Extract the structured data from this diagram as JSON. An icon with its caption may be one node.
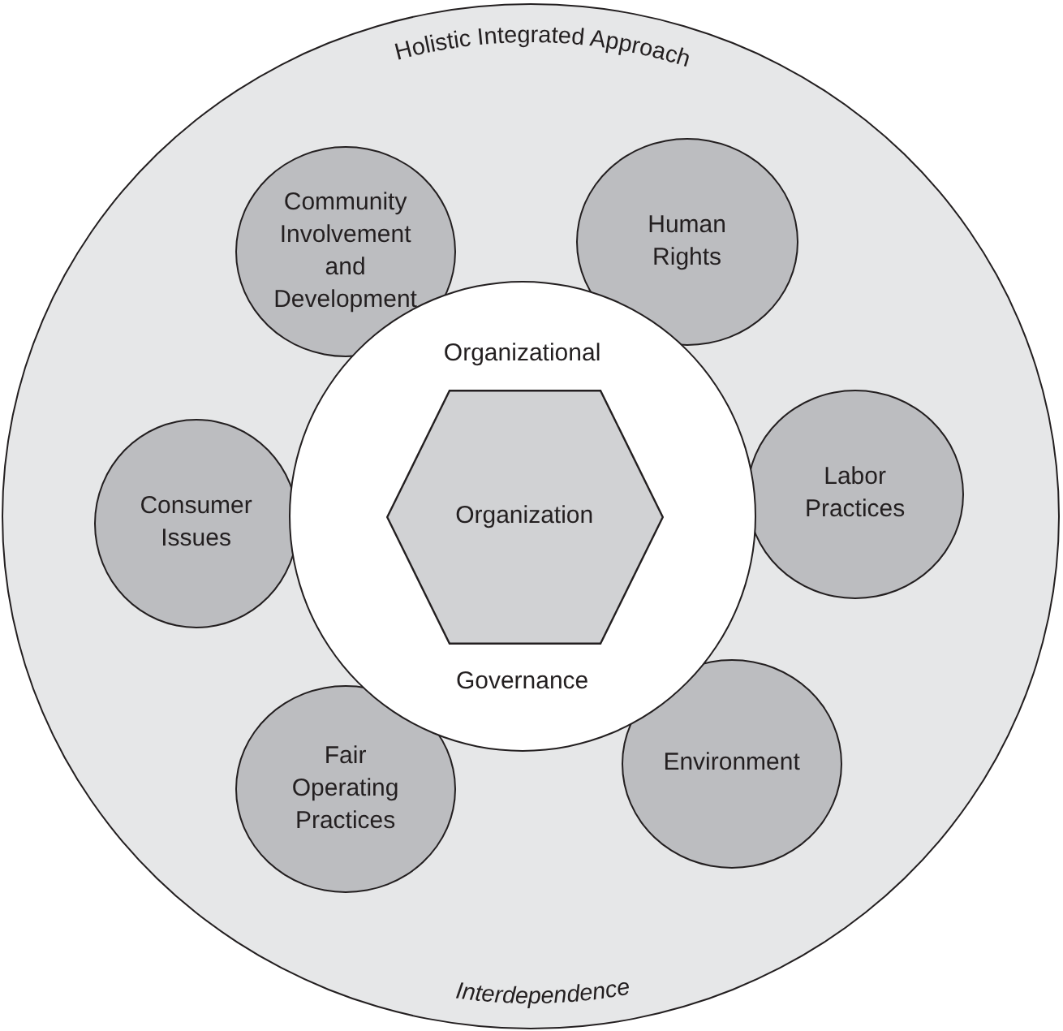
{
  "diagram": {
    "nodes": [
      {
        "text": [
          "Holistic Integrated Approach",
          "Interdependence"
        ]
      },
      {
        "text": [
          "Community Involvement and Development"
        ],
        "in": 0
      },
      {
        "text": [
          "Human Rights"
        ],
        "in": 0
      },
      {
        "text": [
          "Organizational",
          "Governance"
        ],
        "in": 0
      },
      {
        "text": [
          "Organization"
        ],
        "in": 3
      },
      {
        "text": [
          "Consumer Issues"
        ],
        "in": 0
      },
      {
        "text": [
          "Labor Practices"
        ],
        "in": 0
      },
      {
        "text": [
          "Fair Operating Practices"
        ],
        "in": 0
      },
      {
        "text": [
          "Environment"
        ],
        "in": 0
      }
    ]
  }
}
